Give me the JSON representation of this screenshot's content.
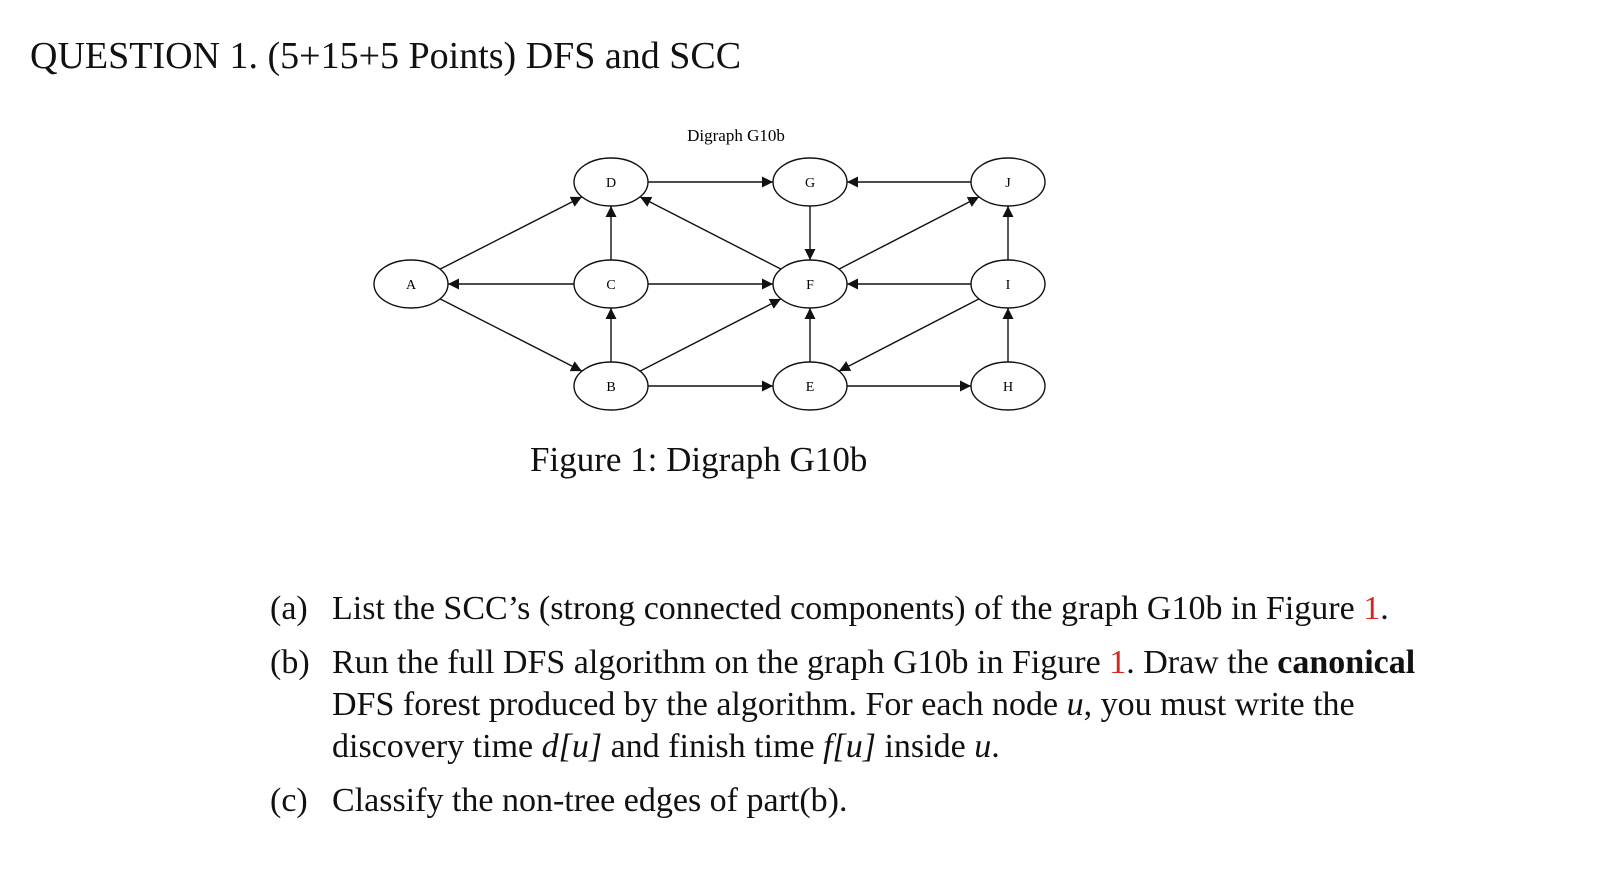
{
  "question": {
    "title": "QUESTION 1. (5+15+5 Points) DFS and SCC"
  },
  "graph": {
    "title": "Digraph G10b",
    "nodes": [
      {
        "id": "A",
        "label": "A"
      },
      {
        "id": "B",
        "label": "B"
      },
      {
        "id": "C",
        "label": "C"
      },
      {
        "id": "D",
        "label": "D"
      },
      {
        "id": "E",
        "label": "E"
      },
      {
        "id": "F",
        "label": "F"
      },
      {
        "id": "G",
        "label": "G"
      },
      {
        "id": "H",
        "label": "H"
      },
      {
        "id": "I",
        "label": "I"
      },
      {
        "id": "J",
        "label": "J"
      }
    ],
    "edges": [
      [
        "A",
        "D"
      ],
      [
        "A",
        "B"
      ],
      [
        "C",
        "A"
      ],
      [
        "C",
        "D"
      ],
      [
        "C",
        "F"
      ],
      [
        "B",
        "C"
      ],
      [
        "B",
        "F"
      ],
      [
        "B",
        "E"
      ],
      [
        "D",
        "G"
      ],
      [
        "F",
        "D"
      ],
      [
        "G",
        "F"
      ],
      [
        "J",
        "G"
      ],
      [
        "F",
        "J"
      ],
      [
        "E",
        "F"
      ],
      [
        "E",
        "H"
      ],
      [
        "I",
        "F"
      ],
      [
        "I",
        "E"
      ],
      [
        "I",
        "J"
      ],
      [
        "H",
        "I"
      ]
    ]
  },
  "figure": {
    "caption": "Figure 1: Digraph G10b"
  },
  "parts": [
    {
      "label": "(a)",
      "text1": "List the SCC’s (strong connected components) of the graph G10b in Figure ",
      "ref": "1",
      "text2": "."
    },
    {
      "label": "(b)",
      "text1": "Run the full DFS algorithm on the graph G10b in Figure ",
      "ref": "1",
      "text2": ". Draw the ",
      "bold": "canonical",
      "text3": " DFS forest produced by the algorithm. For each node ",
      "var_u": "u",
      "text4": ", you must write the discovery time ",
      "d_expr": "d[u]",
      "text5": " and finish time ",
      "f_expr": "f[u]",
      "text6": " inside ",
      "var_u2": "u",
      "text7": "."
    },
    {
      "label": "(c)",
      "text1": "Classify the non-tree edges of part(b)."
    }
  ]
}
